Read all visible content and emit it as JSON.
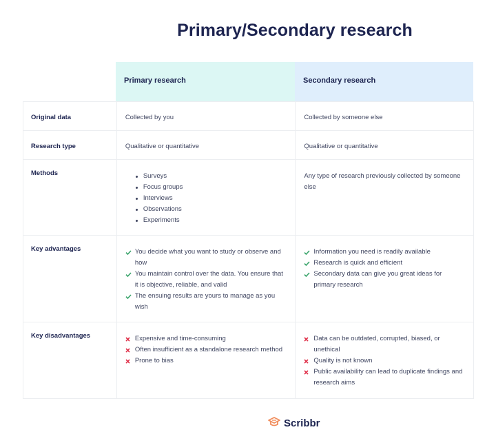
{
  "title": "Primary/Secondary research",
  "columns": {
    "label": "",
    "primary": "Primary research",
    "secondary": "Secondary research"
  },
  "colors": {
    "primary_header_bg": "#dcf7f4",
    "secondary_header_bg": "#dfeefc",
    "heading_text": "#1d2450",
    "check_green": "#3aa46b",
    "cross_red": "#e0334c",
    "logo_orange": "#f18d5c"
  },
  "rows": {
    "original_data": {
      "label": "Original data",
      "primary": "Collected by you",
      "secondary": "Collected by someone else"
    },
    "research_type": {
      "label": "Research type",
      "primary": "Qualitative or quantitative",
      "secondary": "Qualitative or quantitative"
    },
    "methods": {
      "label": "Methods",
      "primary": [
        "Surveys",
        "Focus groups",
        "Interviews",
        "Observations",
        "Experiments"
      ],
      "secondary": "Any type of research previously collected by someone else"
    },
    "advantages": {
      "label": "Key advantages",
      "icon": "check-icon",
      "primary": [
        "You decide what you want to study or observe and how",
        "You maintain control over the data. You ensure that it is objective, reliable, and valid",
        "The ensuing results are yours to manage as you wish"
      ],
      "secondary": [
        "Information you need is readily available",
        "Research is quick and efficient",
        "Secondary data can give you great ideas for primary research"
      ]
    },
    "disadvantages": {
      "label": "Key disadvantages",
      "icon": "cross-icon",
      "primary": [
        "Expensive and time-consuming",
        "Often insufficient as a standalone research method",
        "Prone to bias"
      ],
      "secondary": [
        "Data can be outdated, corrupted, biased, or unethical",
        "Quality is not known",
        "Public availability can lead to duplicate findings and research aims"
      ]
    }
  },
  "footer": {
    "logo_icon": "graduation-cap-icon",
    "brand": "Scribbr"
  }
}
